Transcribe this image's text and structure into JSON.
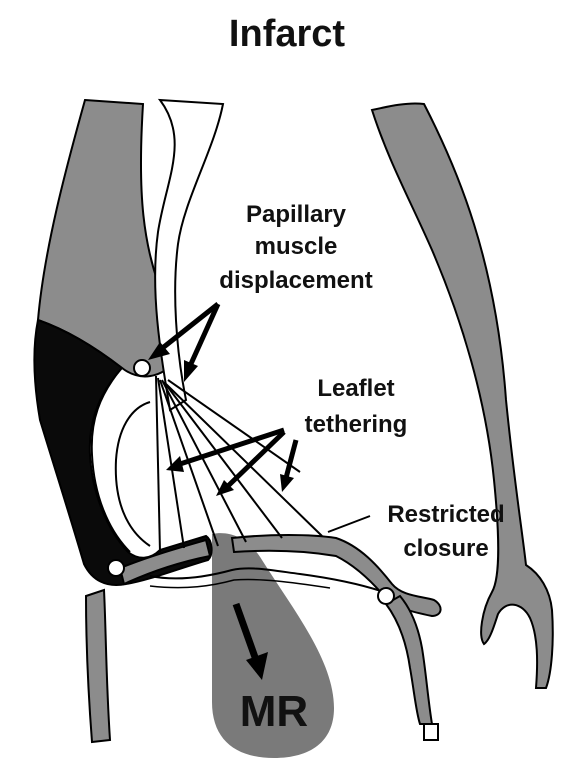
{
  "title": "Infarct",
  "labels": {
    "papillary": [
      "Papillary",
      "muscle",
      "displacement"
    ],
    "leaflet": [
      "Leaflet",
      "tethering"
    ],
    "restricted": [
      "Restricted",
      "closure"
    ],
    "mr": "MR"
  },
  "colors": {
    "wall_gray": "#8c8c8c",
    "infarct_black": "#0a0a0a",
    "jet_gray": "#7a7a7a",
    "outline": "#000000",
    "background": "#ffffff"
  }
}
